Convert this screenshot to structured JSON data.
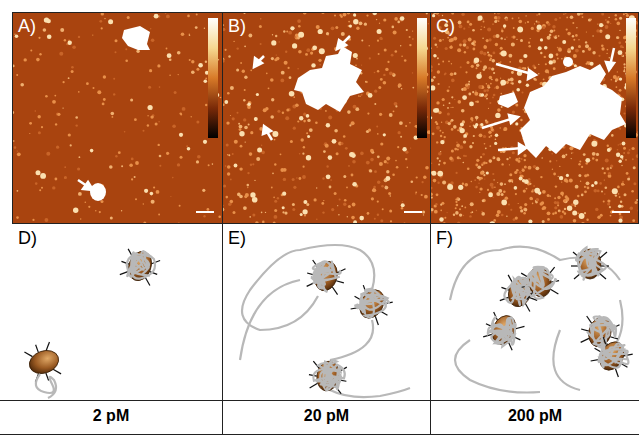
{
  "diagram": {
    "labels": [
      "A)",
      "B)",
      "C)",
      "D)",
      "E)",
      "F)",
      "2 pM",
      "20 pM",
      "200 pM"
    ]
  }
}
